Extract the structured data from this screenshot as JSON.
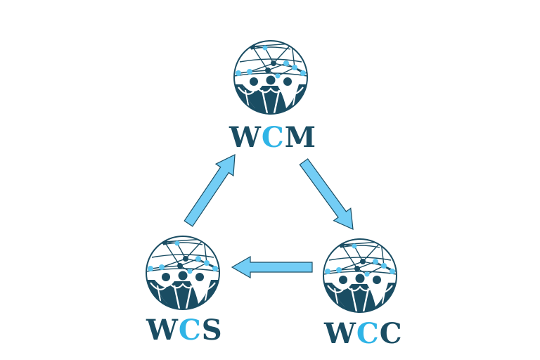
{
  "colors": {
    "dark": "#1a4d63",
    "accent": "#2fb4e6",
    "node_light": "#5cc6f0",
    "arrow_fill": "#73cdf5",
    "arrow_stroke": "#1a4d63"
  },
  "nodes": [
    {
      "id": "wcm",
      "icon": "network-people-globe-icon",
      "letters": [
        "W",
        "C",
        "M"
      ],
      "accent_index": 1
    },
    {
      "id": "wcs",
      "icon": "network-people-globe-icon",
      "letters": [
        "W",
        "C",
        "S"
      ],
      "accent_index": 1
    },
    {
      "id": "wcc",
      "icon": "network-people-globe-icon",
      "letters": [
        "W",
        "C",
        "C"
      ],
      "accent_index": 1
    }
  ],
  "edges": [
    {
      "from": "wcm",
      "to": "wcc"
    },
    {
      "from": "wcc",
      "to": "wcs"
    },
    {
      "from": "wcs",
      "to": "wcm"
    }
  ]
}
